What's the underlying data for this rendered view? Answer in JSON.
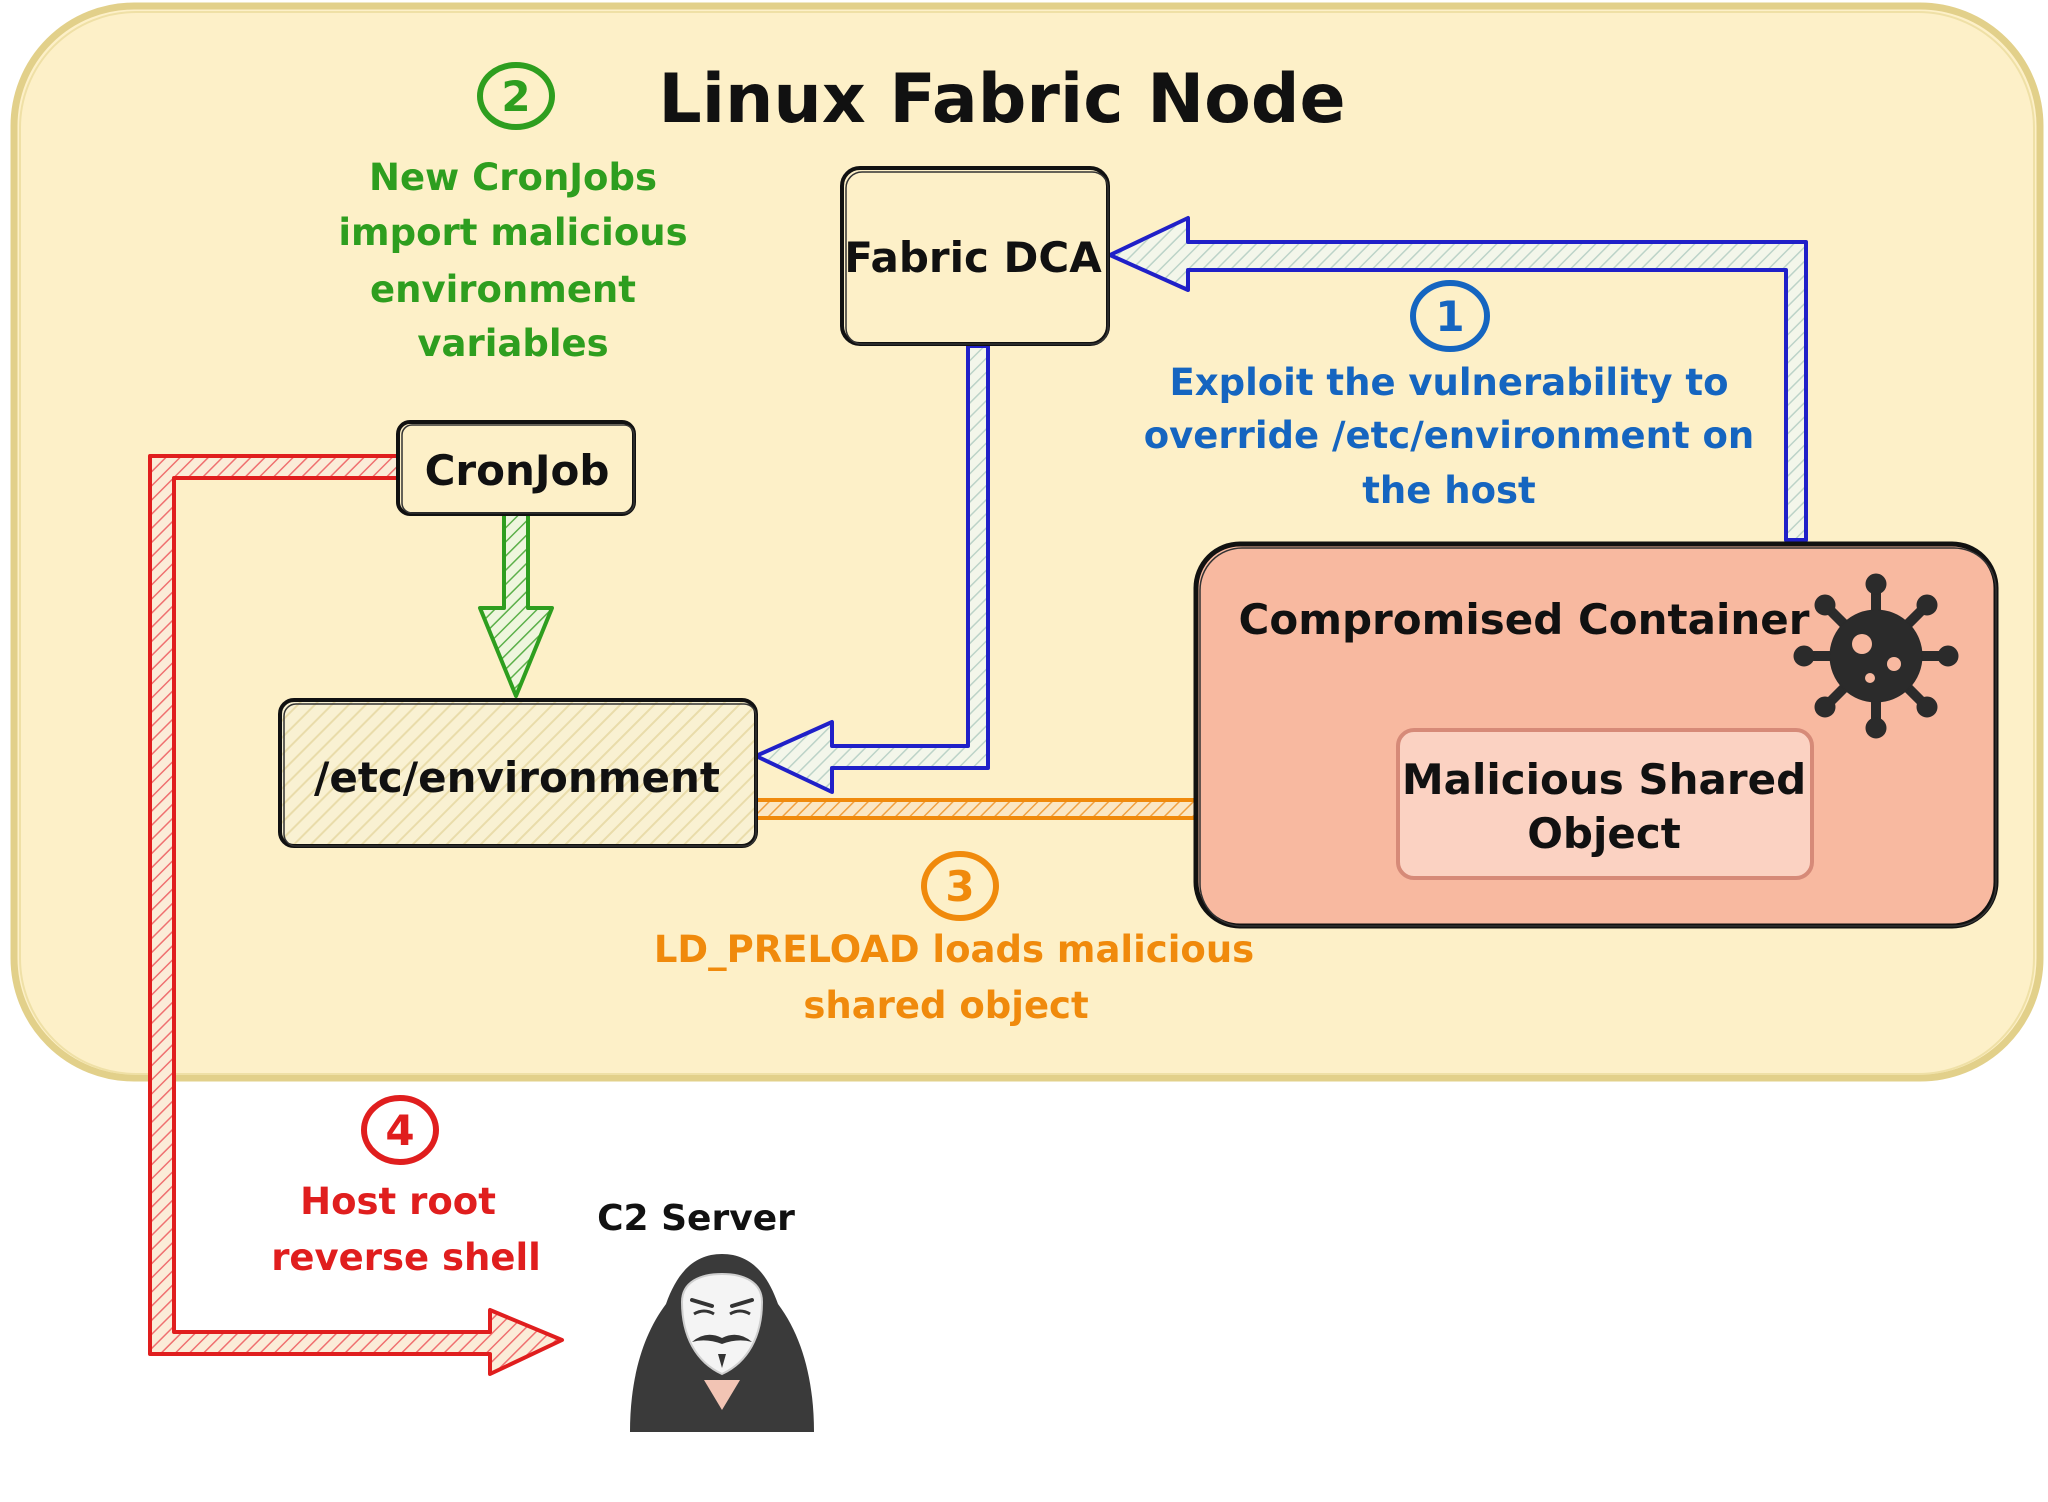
{
  "node": {
    "title": "Linux Fabric Node"
  },
  "boxes": {
    "fabric_dca": "Fabric DCA",
    "cronjob": "CronJob",
    "etc_environment": "/etc/environment",
    "compromised_container": "Compromised Container",
    "malicious_shared_object": [
      "Malicious Shared",
      "Object"
    ],
    "c2_server": "C2 Server"
  },
  "steps": [
    {
      "number": "1",
      "color": "#1565c0",
      "lines": [
        "Exploit the vulnerability to",
        "override /etc/environment on",
        "the host"
      ]
    },
    {
      "number": "2",
      "color": "#2e9e1f",
      "lines": [
        "New CronJobs",
        "import malicious",
        "environment",
        "variables"
      ]
    },
    {
      "number": "3",
      "color": "#f08a0c",
      "lines": [
        "LD_PRELOAD loads malicious",
        "shared object"
      ]
    },
    {
      "number": "4",
      "color": "#e01e1e",
      "lines": [
        "Host root",
        "reverse shell"
      ]
    }
  ],
  "colors": {
    "node_fill": "#fdf0c8",
    "node_stroke": "#e2d08a",
    "container_fill": "#f8b9a0",
    "shared_object_fill": "#fbd2c2",
    "env_fill": "#f8f0cf",
    "arrow_blue": "#2020c8",
    "arrow_green": "#2e9e1f",
    "arrow_orange": "#f08a0c",
    "arrow_red": "#e01e1e"
  },
  "icons": {
    "virus": "virus-icon",
    "hacker": "hacker-icon"
  }
}
